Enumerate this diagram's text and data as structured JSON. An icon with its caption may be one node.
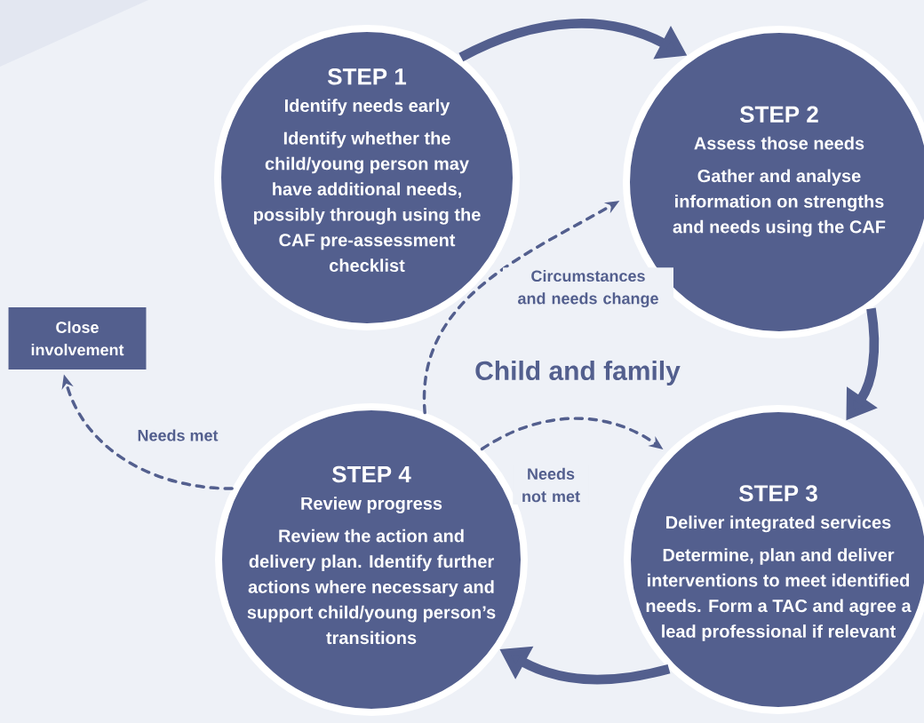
{
  "diagram": {
    "nodes": [
      {
        "text": [
          "STEP 1",
          "Identify needs early",
          "Identify whether the child/young person may have additional needs, possibly through using the **CAF pre-assessment checklist**"
        ]
      },
      {
        "text": [
          "STEP 2",
          "Assess those needs",
          "Gather and analyse information on strengths and needs using the CAF"
        ]
      },
      {
        "text": [
          "STEP 3",
          "Deliver integrated services",
          "Determine, plan and deliver interventions to meet identified needs. Form a TAC and agree a lead professional if relevant"
        ]
      },
      {
        "text": [
          "STEP 4",
          "Review progress",
          "Review the action and delivery plan. Identify further actions where necessary and support child/young person’s transitions"
        ]
      },
      {
        "text": [
          "Close involvement"
        ]
      }
    ],
    "edges": [
      {
        "from": 0,
        "to": 1,
        "arrow": "to",
        "style": "thick"
      },
      {
        "from": 1,
        "to": 2,
        "arrow": "to",
        "style": "thick"
      },
      {
        "from": 2,
        "to": 3,
        "arrow": "to",
        "style": "thick"
      },
      {
        "from": 3,
        "to": 4,
        "arrow": "to",
        "style": "dashed",
        "label": "Needs met"
      },
      {
        "from": 3,
        "to": 2,
        "arrow": "to",
        "style": "dashed",
        "label": "Needs not met"
      },
      {
        "from": 3,
        "to": 1,
        "arrow": "to",
        "style": "dashed",
        "label": "Circumstances and needs change"
      }
    ],
    "labels": [
      "Child and family"
    ]
  }
}
